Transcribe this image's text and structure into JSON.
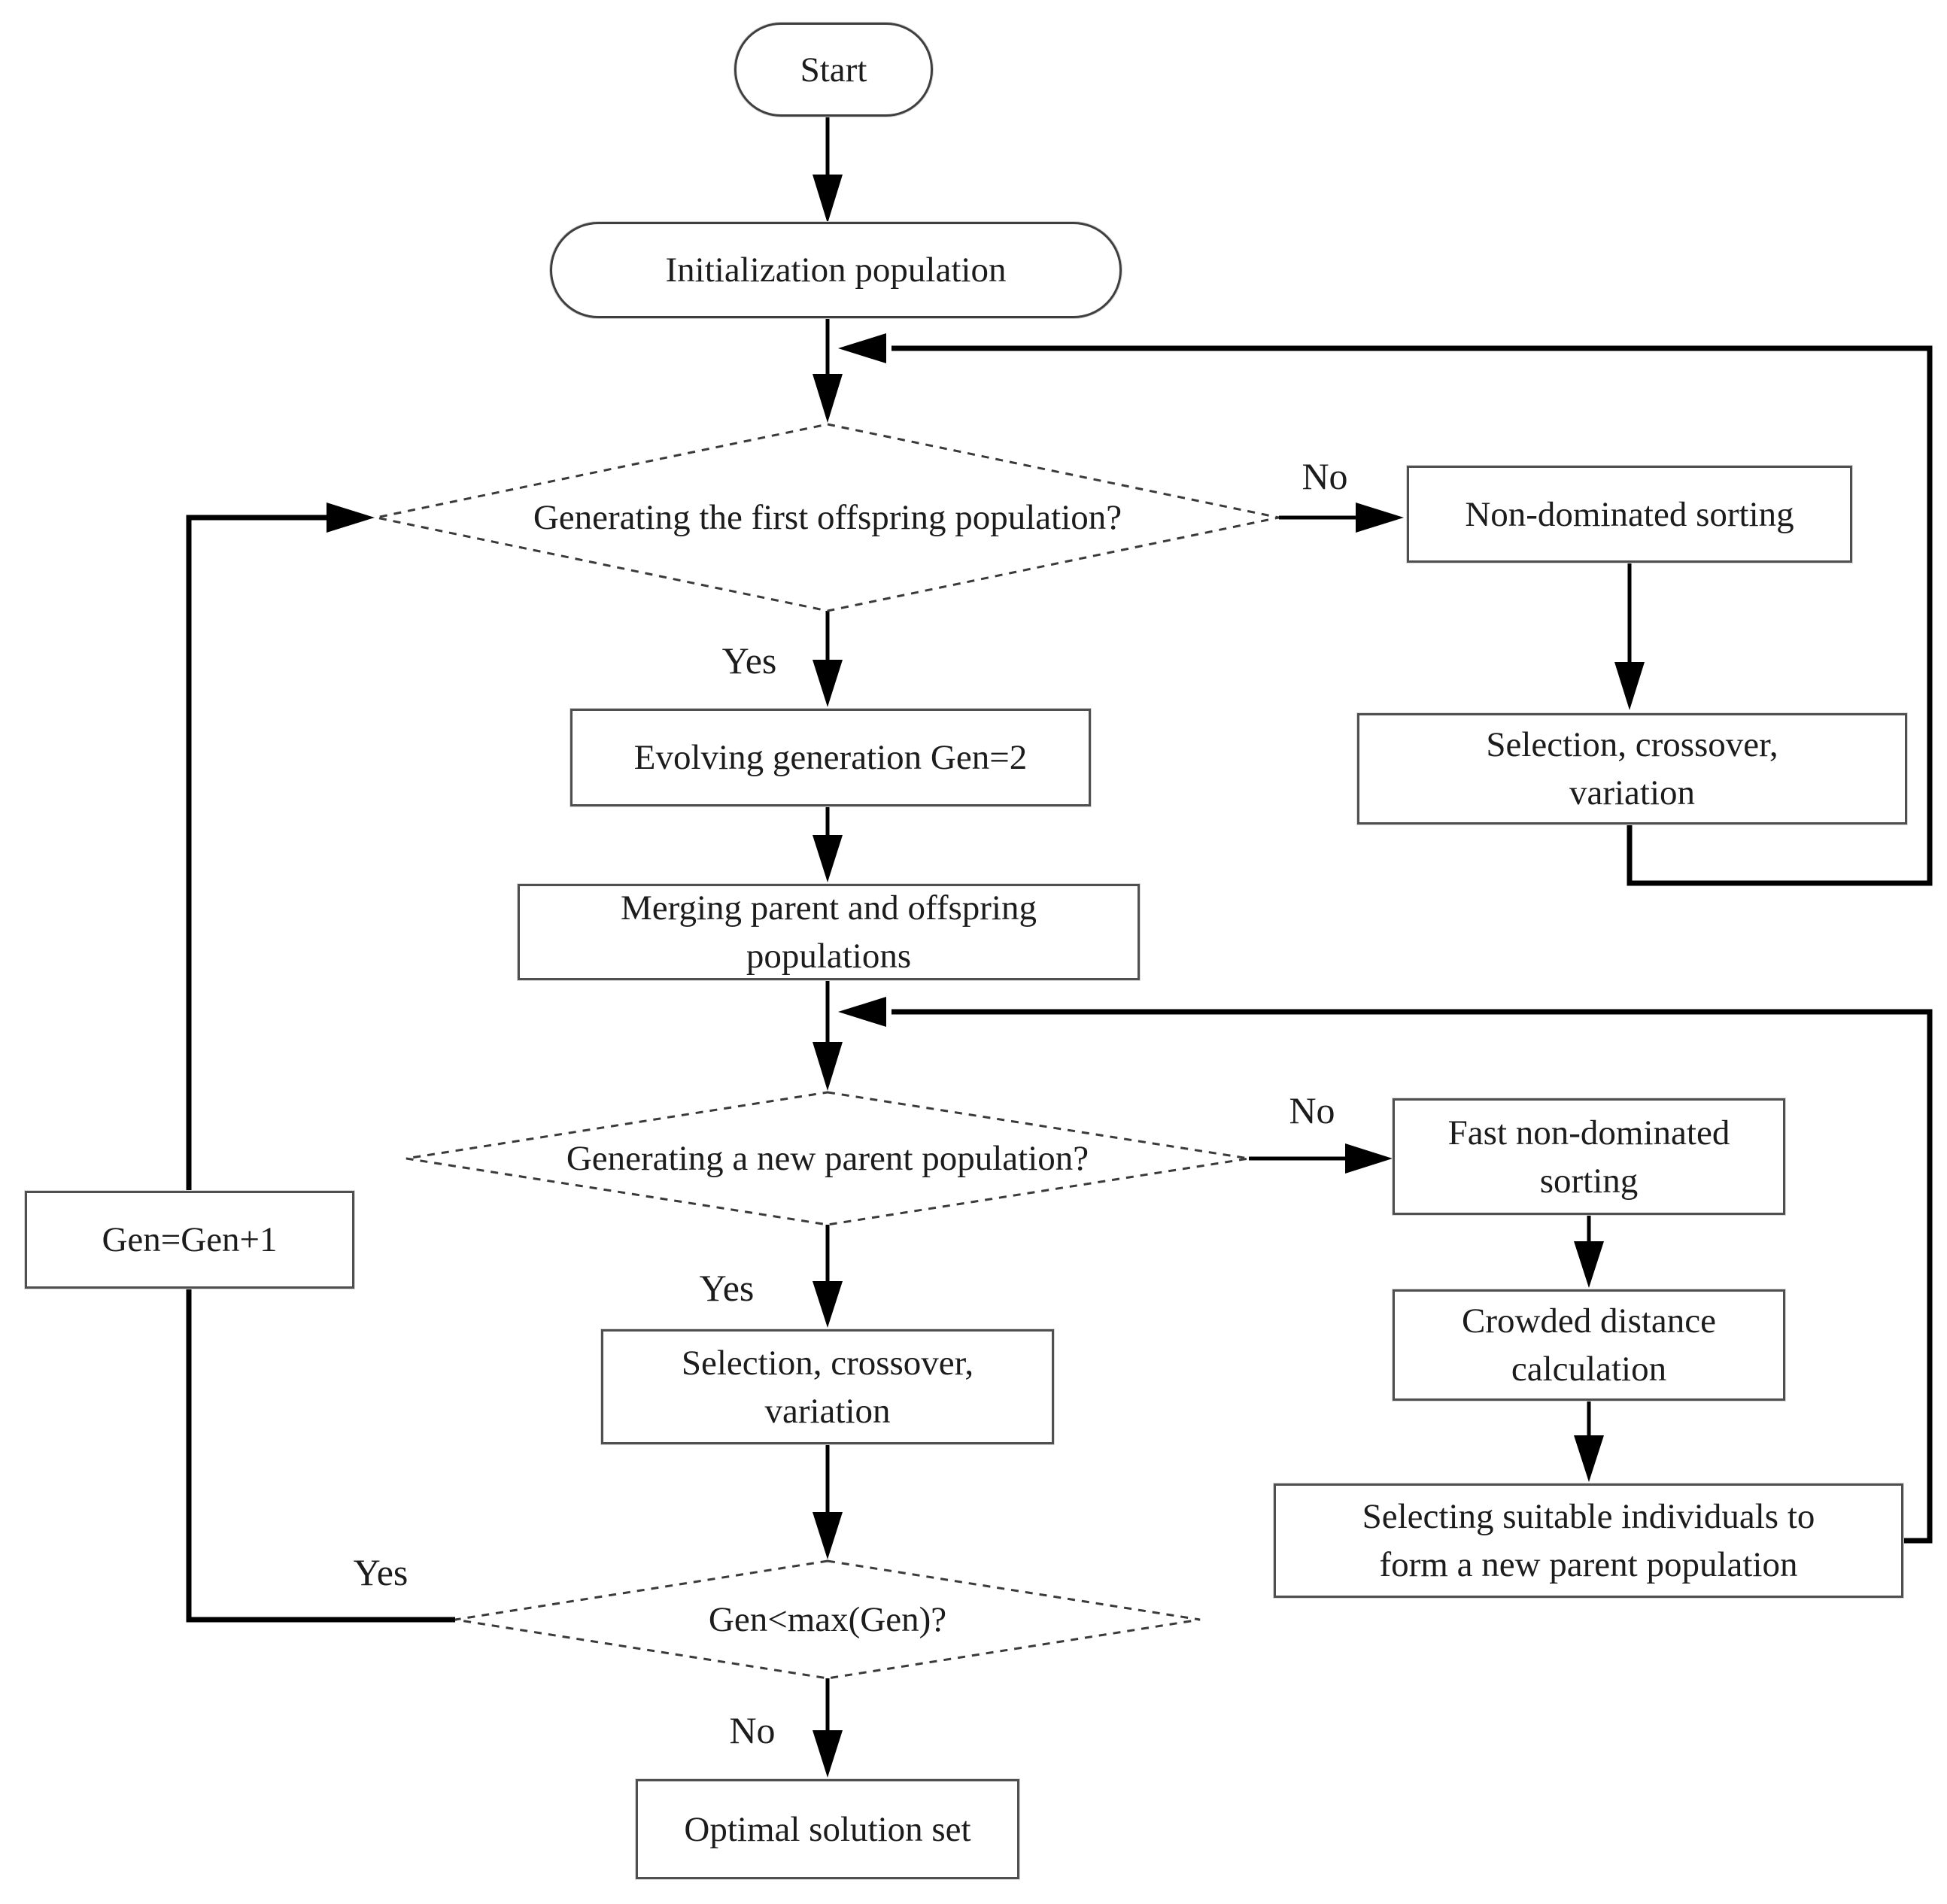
{
  "diagram": {
    "type": "flowchart",
    "colors": {
      "line": "#000000",
      "border": "#4f4f4f",
      "text": "#1c1c1c",
      "background": "#ffffff"
    },
    "nodes": {
      "start": {
        "shape": "terminator",
        "lines": [
          "Start"
        ]
      },
      "init": {
        "shape": "terminator",
        "lines": [
          "Initialization population"
        ]
      },
      "d1": {
        "shape": "decision",
        "lines": [
          "Generating the first offspring population?"
        ]
      },
      "nds": {
        "shape": "process",
        "lines": [
          "Non-dominated sorting"
        ]
      },
      "scv1": {
        "shape": "process",
        "lines": [
          "Selection, crossover,",
          "variation"
        ]
      },
      "evg": {
        "shape": "process",
        "lines": [
          "Evolving generation Gen=2"
        ]
      },
      "mpo": {
        "shape": "process",
        "lines": [
          "Merging parent and offspring",
          "populations"
        ]
      },
      "d2": {
        "shape": "decision",
        "lines": [
          "Generating a new parent population?"
        ]
      },
      "fnds": {
        "shape": "process",
        "lines": [
          "Fast non-dominated",
          "sorting"
        ]
      },
      "cdc": {
        "shape": "process",
        "lines": [
          "Crowded distance",
          "calculation"
        ]
      },
      "ssi": {
        "shape": "process",
        "lines": [
          "Selecting suitable individuals to",
          "form a new parent population"
        ]
      },
      "gen": {
        "shape": "process",
        "lines": [
          "Gen=Gen+1"
        ]
      },
      "scv2": {
        "shape": "process",
        "lines": [
          "Selection, crossover,",
          "variation"
        ]
      },
      "d3": {
        "shape": "decision",
        "lines": [
          "Gen<max(Gen)?"
        ]
      },
      "opt": {
        "shape": "process",
        "lines": [
          "Optimal solution set"
        ]
      }
    },
    "edge_labels": {
      "no1": "No",
      "yes1": "Yes",
      "no2": "No",
      "yes2": "Yes",
      "yes3": "Yes",
      "no3": "No"
    },
    "edges": [
      "start -> init",
      "init -> d1",
      "d1 -No-> nds",
      "nds -> scv1",
      "scv1 -> (loop back above d1)",
      "d1 -Yes-> evg",
      "evg -> mpo",
      "mpo -> d2",
      "d2 -No-> fnds",
      "fnds -> cdc",
      "cdc -> ssi",
      "ssi -> (loop back above d2)",
      "d2 -Yes-> scv2",
      "scv2 -> d3",
      "d3 -Yes-> gen",
      "gen -> d1",
      "d3 -No-> opt"
    ]
  }
}
